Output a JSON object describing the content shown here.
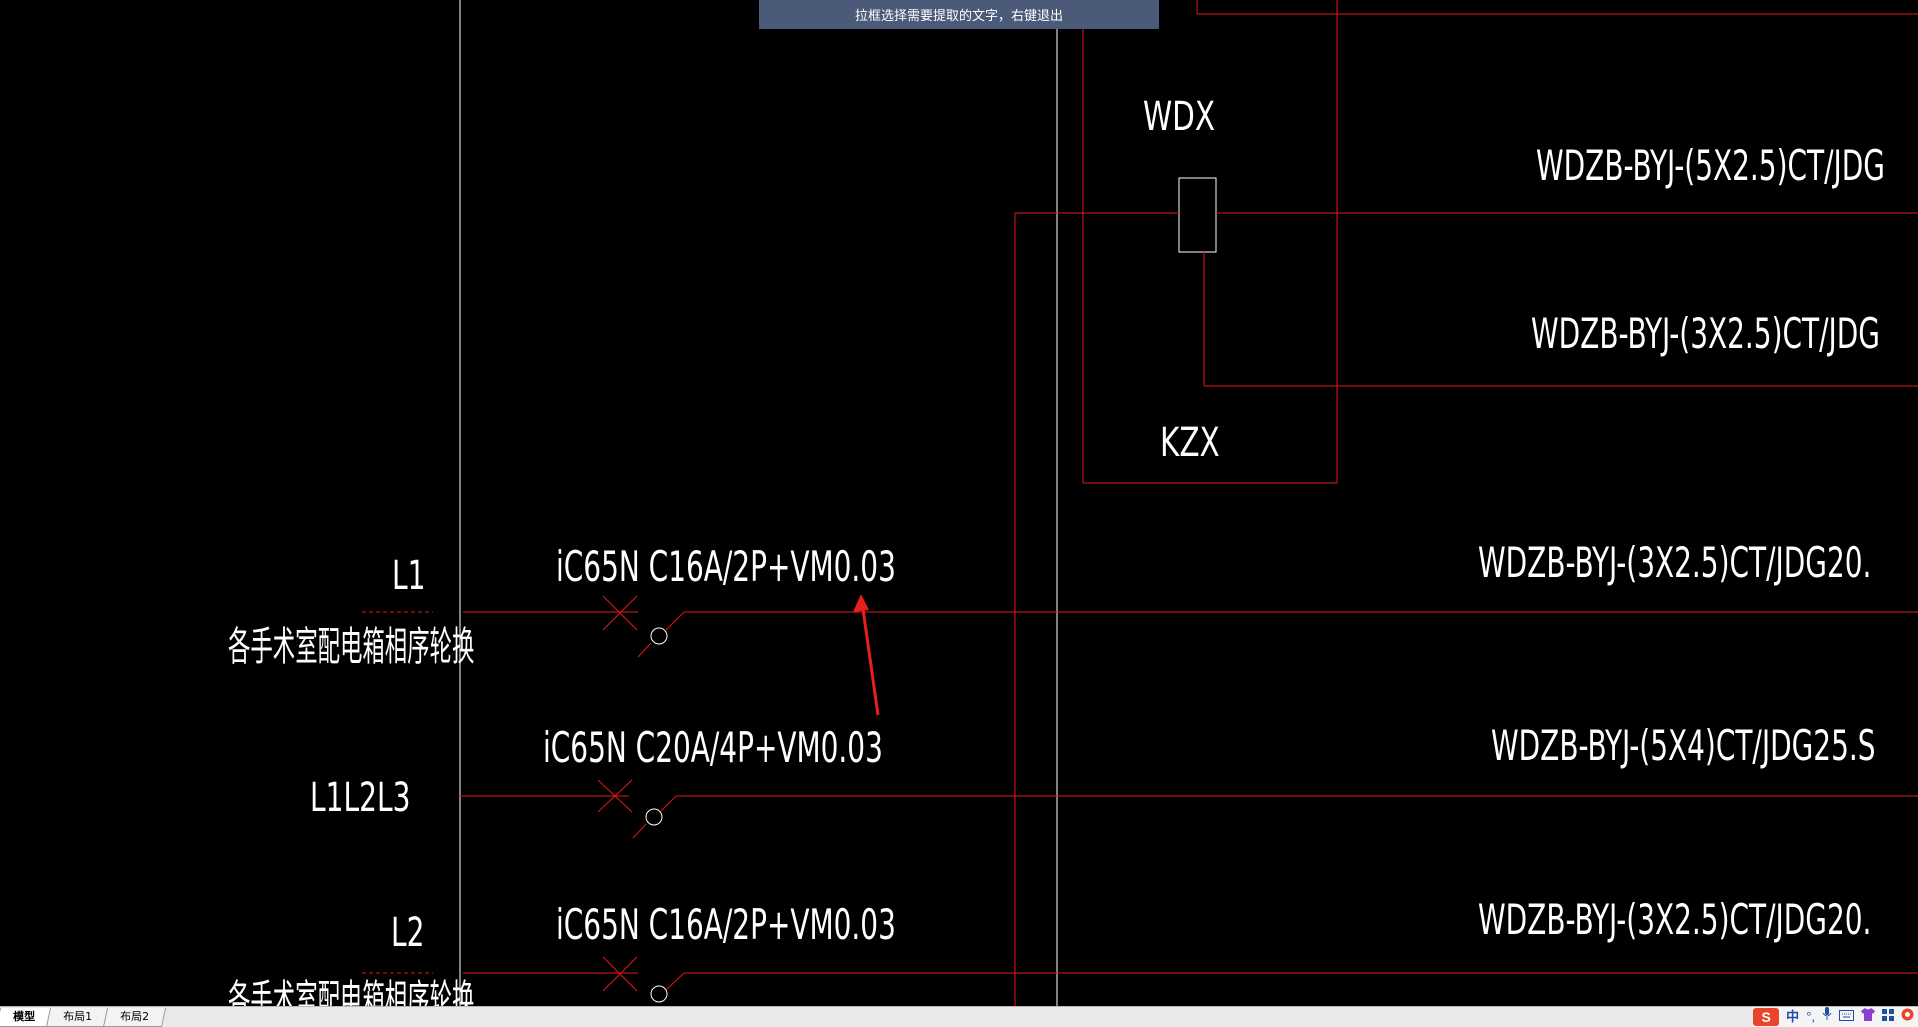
{
  "prompt": {
    "text": "拉框选择需要提取的文字，右键退出"
  },
  "labels": {
    "wdx": "WDX",
    "kzx": "KZX",
    "cable1": "WDZB-BYJ-(5X2.5)CT/JDG",
    "cable2": "WDZB-BYJ-(3X2.5)CT/JDG",
    "cable3": "WDZB-BYJ-(3X2.5)CT/JDG20.",
    "cable4": "WDZB-BYJ-(5X4)CT/JDG25.S",
    "cable5": "WDZB-BYJ-(3X2.5)CT/JDG20.",
    "breaker1": "iC65N C16A/2P+VM0.03",
    "breaker2": "iC65N C20A/4P+VM0.03",
    "breaker3": "iC65N C16A/2P+VM0.03",
    "phase1": "L1",
    "phase2": "L1L2L3",
    "phase3": "L2",
    "desc1": "各手术室配电箱相序轮换",
    "desc3": "各手术室配电箱相序轮换"
  },
  "tabs": [
    {
      "label": "模型",
      "active": true
    },
    {
      "label": "布局1",
      "active": false
    },
    {
      "label": "布局2",
      "active": false
    }
  ],
  "tray": {
    "ime_logo": "S",
    "ime_mode": "中",
    "icons": [
      "punctuation-icon",
      "microphone-icon",
      "keyboard-icon",
      "shirt-icon",
      "grid-icon",
      "settings-icon"
    ]
  },
  "colors": {
    "background": "#000000",
    "cad_line_red": "#e01818",
    "cad_line_white": "#ffffff",
    "prompt_bg": "#4a5a78",
    "arrow_red": "#e8201c",
    "ime_red": "#e8452c"
  }
}
